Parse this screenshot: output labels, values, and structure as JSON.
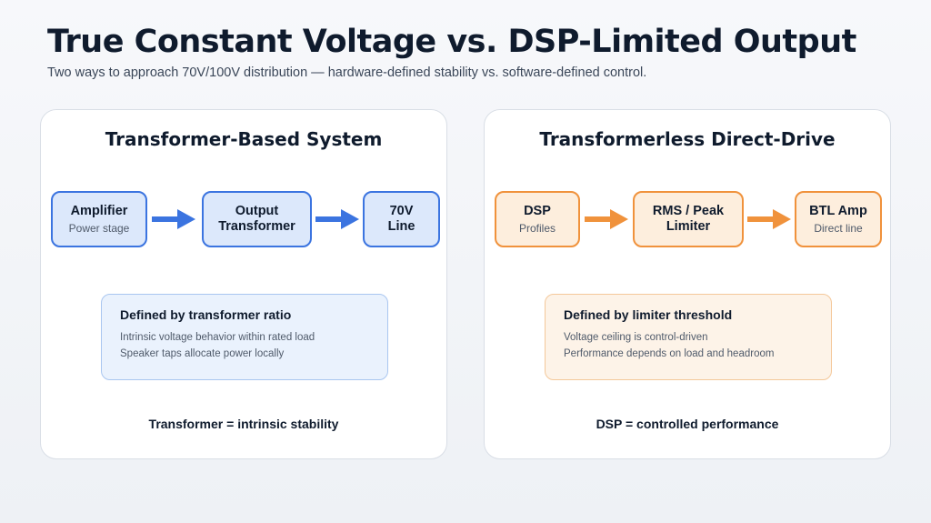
{
  "title": "True Constant Voltage vs. DSP-Limited Output",
  "subtitle": "Two ways to approach 70V/100V distribution — hardware-defined stability vs. software-defined control.",
  "colors": {
    "blue_accent": "#3b74e0",
    "blue_fill": "#dce8fb",
    "orange_accent": "#f0923c",
    "orange_fill": "#fdeedd"
  },
  "left_panel": {
    "title": "Transformer-Based System",
    "nodes": [
      {
        "label": "Amplifier",
        "sub": "Power stage"
      },
      {
        "label": "Output\nTransformer",
        "sub": ""
      },
      {
        "label": "70V\nLine",
        "sub": ""
      }
    ],
    "info": {
      "heading": "Defined by transformer ratio",
      "lines": [
        "Intrinsic voltage behavior within rated load",
        "Speaker taps allocate power locally"
      ]
    },
    "footer": "Transformer = intrinsic stability"
  },
  "right_panel": {
    "title": "Transformerless Direct-Drive",
    "nodes": [
      {
        "label": "DSP",
        "sub": "Profiles"
      },
      {
        "label": "RMS / Peak\nLimiter",
        "sub": ""
      },
      {
        "label": "BTL Amp",
        "sub": "Direct line"
      }
    ],
    "info": {
      "heading": "Defined by limiter threshold",
      "lines": [
        "Voltage ceiling is control-driven",
        "Performance depends on load and headroom"
      ]
    },
    "footer": "DSP = controlled performance"
  }
}
